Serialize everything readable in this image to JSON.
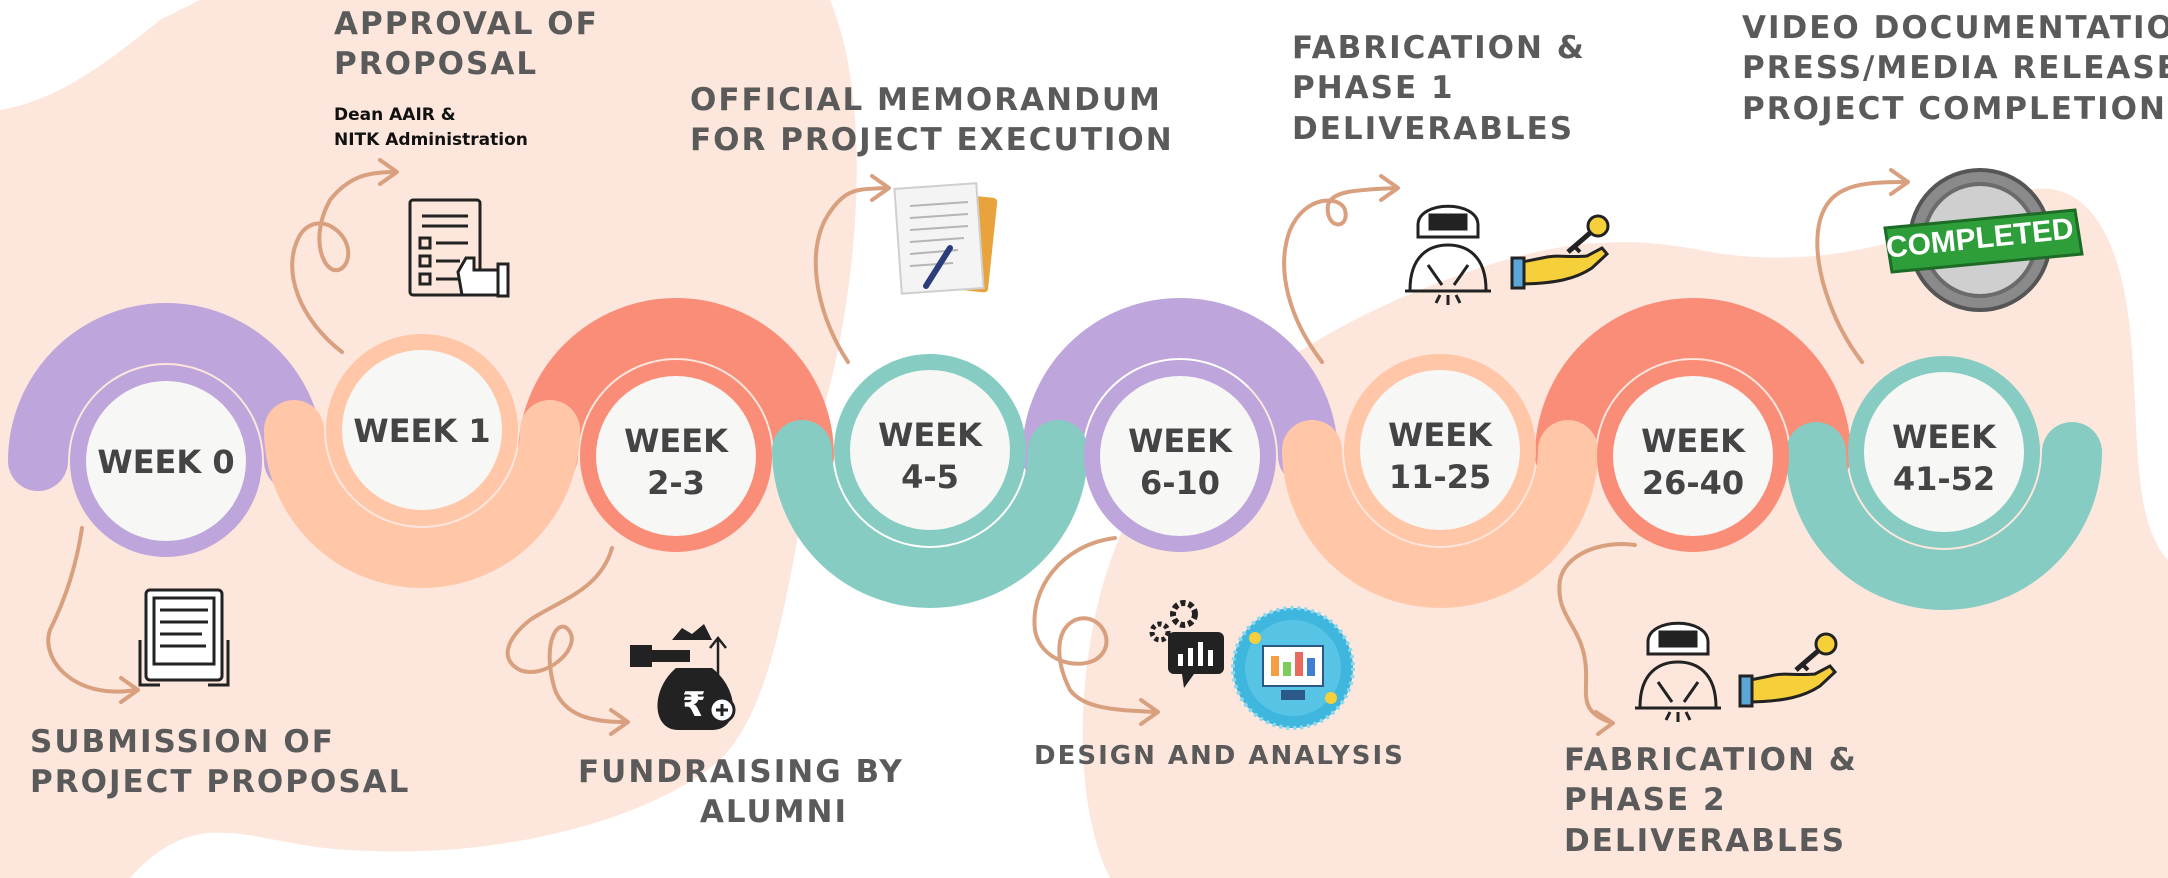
{
  "colors": {
    "purple": "#BEA5DB",
    "peach": "#FFC6A8",
    "coral": "#FA8D78",
    "teal": "#86CCC3",
    "blob": "#FDE6DC",
    "arrow": "#D8A07E",
    "text": "#5A5A5A"
  },
  "milestones": [
    {
      "line1": "WEEK 0",
      "line2": "",
      "color": "purple"
    },
    {
      "line1": "WEEK 1",
      "line2": "",
      "color": "peach"
    },
    {
      "line1": "WEEK",
      "line2": "2-3",
      "color": "coral"
    },
    {
      "line1": "WEEK",
      "line2": "4-5",
      "color": "teal"
    },
    {
      "line1": "WEEK",
      "line2": "6-10",
      "color": "purple"
    },
    {
      "line1": "WEEK",
      "line2": "11-25",
      "color": "peach"
    },
    {
      "line1": "WEEK",
      "line2": "26-40",
      "color": "coral"
    },
    {
      "line1": "WEEK",
      "line2": "41-52",
      "color": "teal"
    }
  ],
  "labels": {
    "approval": [
      "APPROVAL OF",
      "PROPOSAL"
    ],
    "approval_sub": [
      "Dean AAIR &",
      "NITK Administration"
    ],
    "memo": [
      "OFFICIAL MEMORANDUM",
      "FOR PROJECT EXECUTION"
    ],
    "fab1": [
      "FABRICATION &",
      "PHASE 1",
      "DELIVERABLES"
    ],
    "video": [
      "VIDEO DOCUMENTATION,",
      "PRESS/MEDIA RELEASE &",
      "PROJECT COMPLETION"
    ],
    "submission": [
      "SUBMISSION OF",
      "PROJECT PROPOSAL"
    ],
    "fundraising": [
      "FUNDRAISING BY",
      "ALUMNI"
    ],
    "design": [
      "DESIGN AND ANALYSIS"
    ],
    "fab2": [
      "FABRICATION &",
      "PHASE 2",
      "DELIVERABLES"
    ]
  },
  "icons": [
    {
      "name": "checklist-icon"
    },
    {
      "name": "document-icon"
    },
    {
      "name": "welder-icon"
    },
    {
      "name": "key-hand-icon"
    },
    {
      "name": "completed-stamp-icon",
      "text": "COMPLETED"
    },
    {
      "name": "tablet-icon"
    },
    {
      "name": "rupee-money-bag-icon",
      "text": "₹"
    },
    {
      "name": "gears-chart-icon"
    },
    {
      "name": "design-analysis-icon"
    },
    {
      "name": "welder-icon"
    },
    {
      "name": "key-hand-icon"
    }
  ]
}
